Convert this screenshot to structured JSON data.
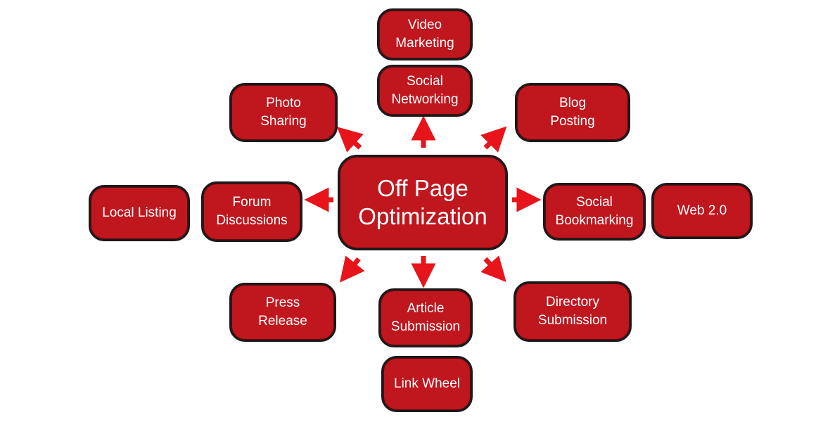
{
  "diagram": {
    "center": "Off Page\nOptimization",
    "nodes": {
      "video_marketing": "Video\nMarketing",
      "social_networking": "Social\nNetworking",
      "photo_sharing": "Photo\nSharing",
      "blog_posting": "Blog\nPosting",
      "local_listing": "Local Listing",
      "forum_discussions": "Forum\nDiscussions",
      "social_bookmarking": "Social\nBookmarking",
      "web_2_0": "Web 2.0",
      "press_release": "Press\nRelease",
      "article_submission": "Article\nSubmission",
      "directory_submission": "Directory\nSubmission",
      "link_wheel": "Link Wheel"
    },
    "colors": {
      "node_fill": "#c0161e",
      "node_border": "#1a1a1a",
      "arrow": "#e8141b",
      "text": "#ffffff"
    }
  }
}
